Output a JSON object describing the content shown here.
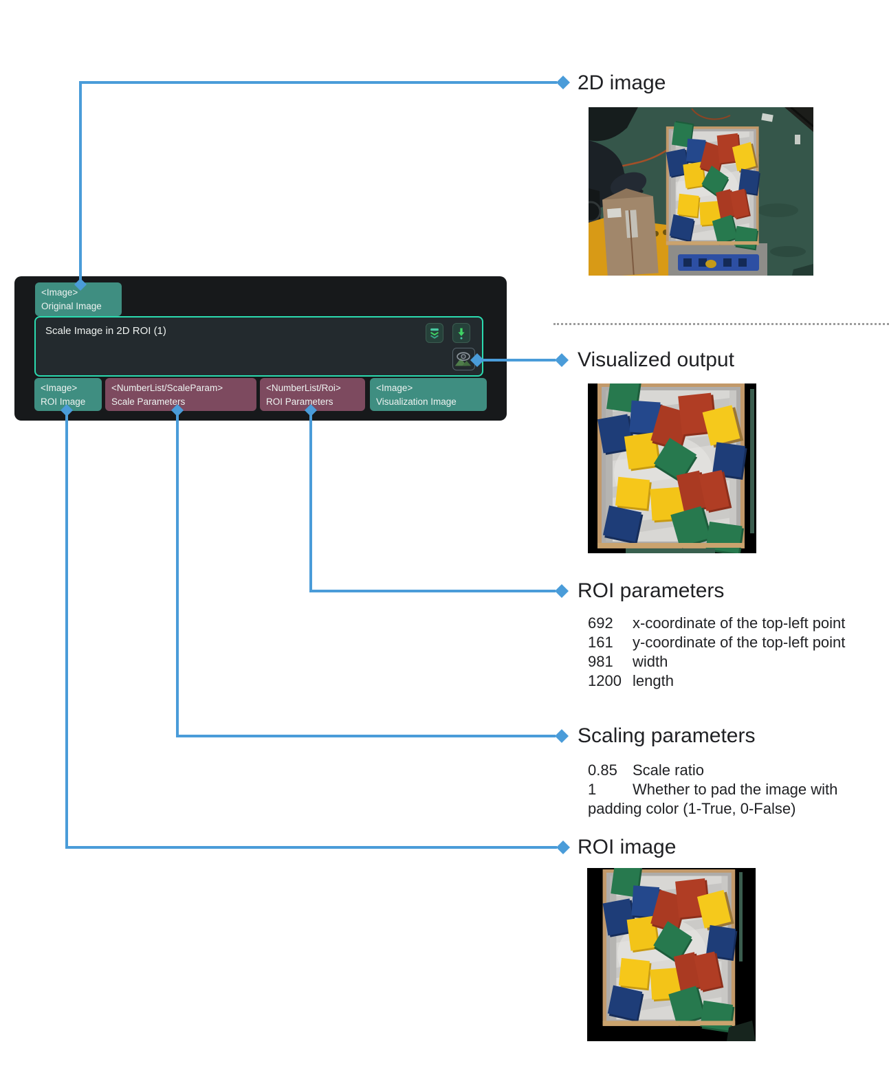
{
  "node": {
    "title": "Scale Image in 2D ROI (1)",
    "input_port": {
      "type": "<Image>",
      "name": "Original Image"
    },
    "output_ports": [
      {
        "type": "<Image>",
        "name": "ROI Image"
      },
      {
        "type": "<NumberList/ScaleParam>",
        "name": "Scale Parameters"
      },
      {
        "type": "<NumberList/Roi>",
        "name": "ROI Parameters"
      },
      {
        "type": "<Image>",
        "name": "Visualization Image"
      }
    ]
  },
  "callouts": {
    "two_d_image": {
      "label": "2D image"
    },
    "visualized_output": {
      "label": "Visualized output"
    },
    "roi_parameters": {
      "label": "ROI parameters",
      "rows": [
        {
          "value": "692",
          "desc": "x-coordinate of the top-left point"
        },
        {
          "value": "161",
          "desc": "y-coordinate of the top-left point"
        },
        {
          "value": "981",
          "desc": "width"
        },
        {
          "value": "1200",
          "desc": "length"
        }
      ]
    },
    "scaling_parameters": {
      "label": "Scaling parameters",
      "rows": [
        {
          "value": "0.85",
          "desc": "Scale ratio"
        },
        {
          "value": "1",
          "desc": "Whether to pad the image with padding color (1-True, 0-False)"
        }
      ]
    },
    "roi_image": {
      "label": "ROI image"
    }
  },
  "colors": {
    "connector_blue": "#4a9cd9",
    "node_background": "#17191b",
    "node_border_teal": "#2bdcb0",
    "image_port_teal": "#3f8e81",
    "numberlist_port_purple": "#7d4a5f"
  }
}
